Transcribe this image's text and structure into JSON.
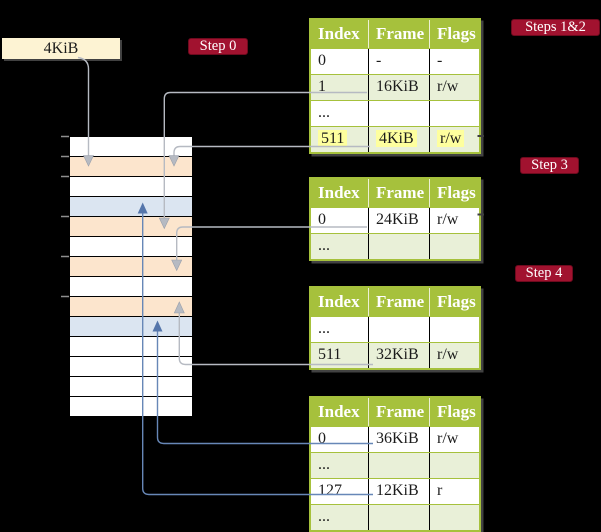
{
  "frame_size_label": "4KiB",
  "step_badges": {
    "step0": "Step 0",
    "steps12": "Steps 1&2",
    "step3": "Step 3",
    "step4": "Step 4"
  },
  "page_tables": [
    {
      "step": "Steps 1&2",
      "headers": [
        "Index",
        "Frame",
        "Flags"
      ],
      "rows": [
        {
          "index": "0",
          "frame": "-",
          "flags": "-",
          "shaded": false,
          "highlight": false
        },
        {
          "index": "1",
          "frame": "16KiB",
          "flags": "r/w",
          "shaded": true,
          "highlight": false
        },
        {
          "index": "...",
          "frame": "",
          "flags": "",
          "shaded": false,
          "highlight": false
        },
        {
          "index": "511",
          "frame": "4KiB",
          "flags": "r/w",
          "shaded": true,
          "highlight": true
        }
      ]
    },
    {
      "step": "Step 3",
      "headers": [
        "Index",
        "Frame",
        "Flags"
      ],
      "rows": [
        {
          "index": "0",
          "frame": "24KiB",
          "flags": "r/w",
          "shaded": false,
          "highlight": false
        },
        {
          "index": "...",
          "frame": "",
          "flags": "",
          "shaded": true,
          "highlight": false
        }
      ]
    },
    {
      "step": "Step 4",
      "headers": [
        "Index",
        "Frame",
        "Flags"
      ],
      "rows": [
        {
          "index": "...",
          "frame": "",
          "flags": "",
          "shaded": false,
          "highlight": false
        },
        {
          "index": "511",
          "frame": "32KiB",
          "flags": "r/w",
          "shaded": true,
          "highlight": false
        }
      ]
    },
    {
      "step": "",
      "headers": [
        "Index",
        "Frame",
        "Flags"
      ],
      "rows": [
        {
          "index": "0",
          "frame": "36KiB",
          "flags": "r/w",
          "shaded": false,
          "highlight": false
        },
        {
          "index": "...",
          "frame": "",
          "flags": "",
          "shaded": true,
          "highlight": false
        },
        {
          "index": "127",
          "frame": "12KiB",
          "flags": "r",
          "shaded": false,
          "highlight": false
        },
        {
          "index": "...",
          "frame": "",
          "flags": "",
          "shaded": true,
          "highlight": false
        }
      ]
    }
  ],
  "physical_memory": {
    "rows": [
      "white",
      "orange",
      "white",
      "blue",
      "orange",
      "white",
      "orange",
      "white",
      "orange",
      "blue",
      "white",
      "white",
      "white",
      "white"
    ],
    "tick_count": 6
  },
  "arrows": {
    "gray_color": "#b6bac2",
    "blue_color": "#6787b7",
    "items": [
      {
        "name": "root-pointer-to-frame-4KiB",
        "from": "4KiB label box",
        "to": "memory row 2 (orange)",
        "color": "gray",
        "direction": "down"
      },
      {
        "name": "pt1-index1-to-frame-16KiB",
        "from": "table 1 row index 1",
        "to": "memory row 5 (orange)",
        "color": "gray",
        "direction": "down"
      },
      {
        "name": "pt1-index511-to-frame-4KiB",
        "from": "table 1 row index 511",
        "to": "memory row 2 (orange)",
        "color": "gray",
        "direction": "down"
      },
      {
        "name": "pt2-index0-to-frame-24KiB",
        "from": "table 2 row index 0",
        "to": "memory row 7 (orange)",
        "color": "gray",
        "direction": "down"
      },
      {
        "name": "pt3-index511-to-frame-32KiB",
        "from": "table 3 row index 511",
        "to": "memory row 9 (orange)",
        "color": "gray",
        "direction": "up"
      },
      {
        "name": "pt4-index0-to-frame-36KiB",
        "from": "table 4 row index 0",
        "to": "memory row 10 (blue)",
        "color": "blue",
        "direction": "up"
      },
      {
        "name": "pt4-index127-to-frame-12KiB",
        "from": "table 4 row index 127",
        "to": "memory row 4 (blue)",
        "color": "blue",
        "direction": "up"
      }
    ]
  },
  "colors": {
    "background": "#000000",
    "badge_red": "#a1122f",
    "badge_border": "#6e0a1e",
    "table_header_green": "#a6c13c",
    "table_alt_row_green": "#e9f0d8",
    "memory_orange": "#fce5cd",
    "memory_blue": "#dbe5f1",
    "frame_label_cream": "#fdf3d3",
    "highlight_yellow": "#feff9e",
    "arrow_gray": "#b6bac2",
    "arrow_blue": "#6787b7",
    "text_dark": "#1b1b1b"
  }
}
